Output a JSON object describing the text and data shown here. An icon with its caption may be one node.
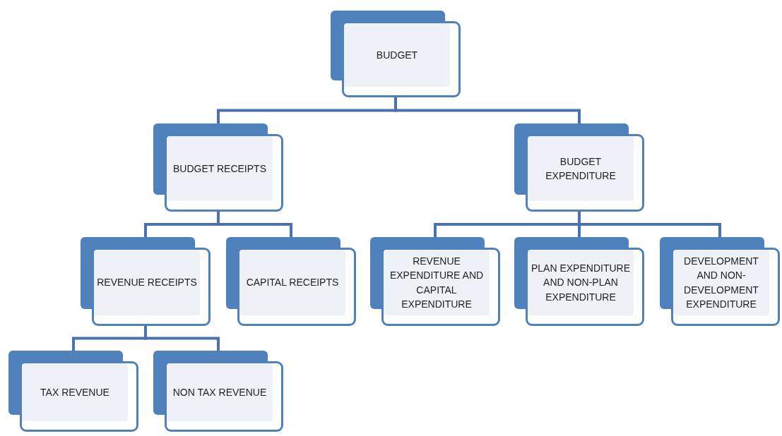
{
  "diagram": {
    "nodes": [
      {
        "text": [
          "BUDGET"
        ]
      },
      {
        "text": [
          "BUDGET RECEIPTS"
        ]
      },
      {
        "text": [
          "BUDGET EXPENDITURE"
        ]
      },
      {
        "text": [
          "REVENUE RECEIPTS"
        ]
      },
      {
        "text": [
          "CAPITAL RECEIPTS"
        ]
      },
      {
        "text": [
          "REVENUE EXPENDITURE AND CAPITAL EXPENDITURE"
        ]
      },
      {
        "text": [
          "PLAN EXPENDITURE AND NON-PLAN EXPENDITURE"
        ]
      },
      {
        "text": [
          "DEVELOPMENT AND NON-DEVELOPMENT EXPENDITURE"
        ]
      },
      {
        "text": [
          "TAX REVENUE"
        ]
      },
      {
        "text": [
          "NON TAX REVENUE"
        ]
      }
    ],
    "edges": [
      {
        "from": 0,
        "to": 1,
        "arrow": "none"
      },
      {
        "from": 0,
        "to": 2,
        "arrow": "none"
      },
      {
        "from": 1,
        "to": 3,
        "arrow": "none"
      },
      {
        "from": 1,
        "to": 4,
        "arrow": "none"
      },
      {
        "from": 2,
        "to": 5,
        "arrow": "none"
      },
      {
        "from": 2,
        "to": 6,
        "arrow": "none"
      },
      {
        "from": 2,
        "to": 7,
        "arrow": "none"
      },
      {
        "from": 3,
        "to": 8,
        "arrow": "none"
      },
      {
        "from": 3,
        "to": 9,
        "arrow": "none"
      }
    ]
  }
}
